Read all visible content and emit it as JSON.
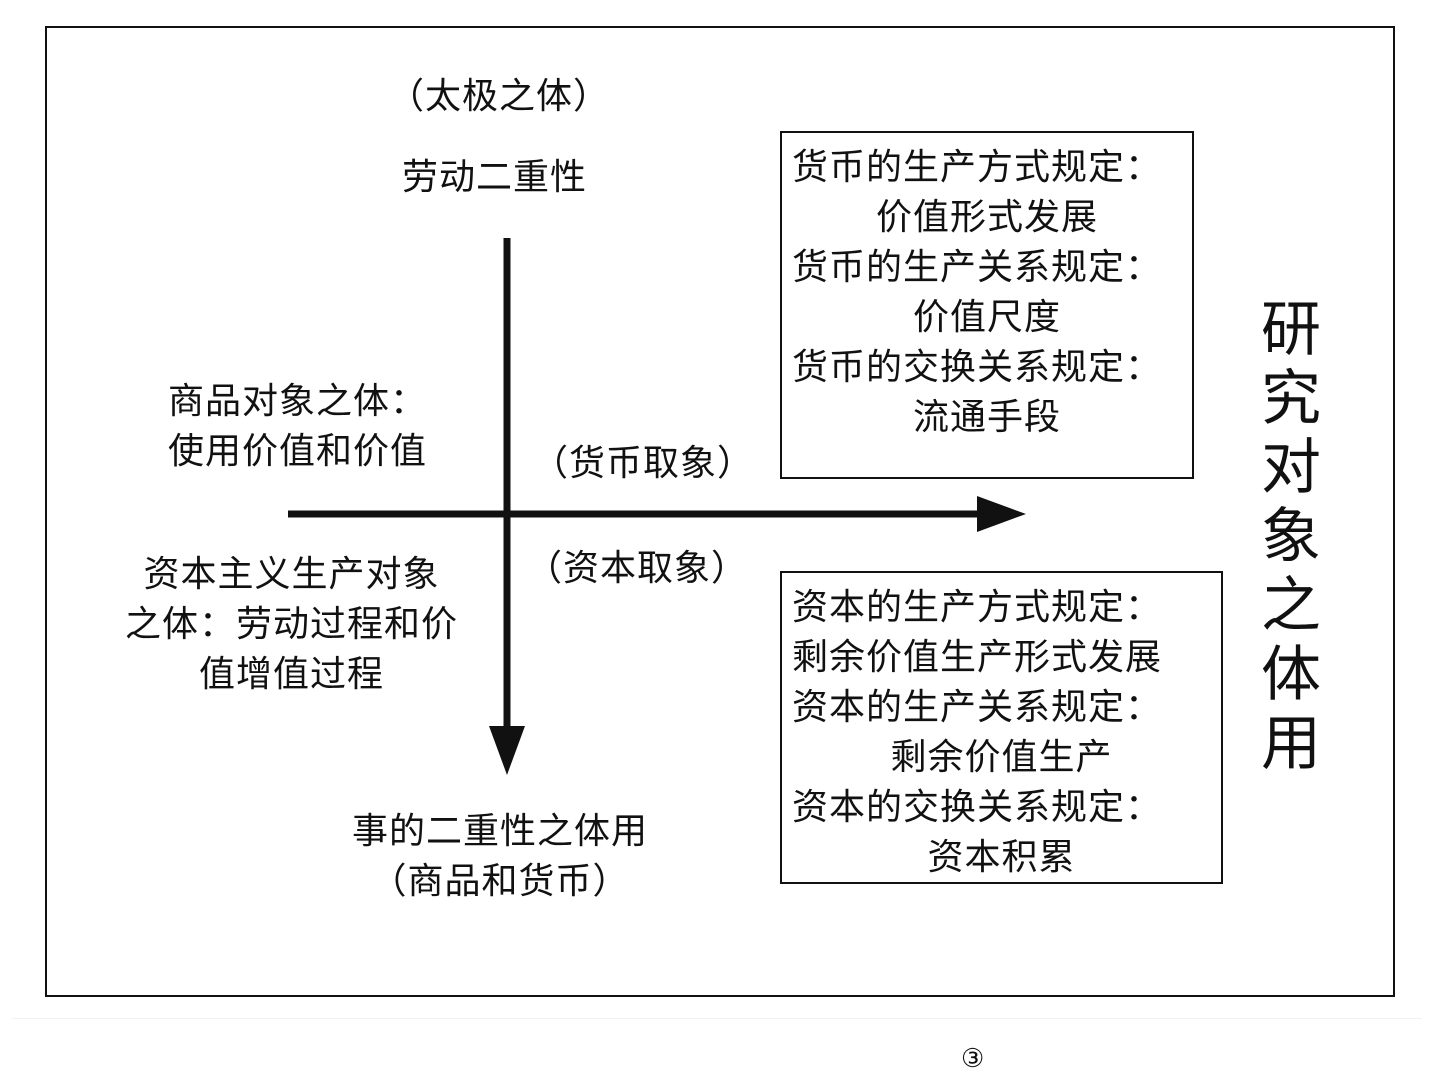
{
  "top": {
    "taiji": "（太极之体）",
    "labor": "劳动二重性"
  },
  "left": {
    "commodity_line1": "商品对象之体：",
    "commodity_line2": "使用价值和价值",
    "capital_line1": "资本主义生产对象",
    "capital_line2": "之体：劳动过程和价",
    "capital_line3": "值增值过程"
  },
  "axis_labels": {
    "money": "（货币取象）",
    "capital": "（资本取象）"
  },
  "bottom": {
    "line1": "事的二重性之体用",
    "line2": "（商品和货币）"
  },
  "money_box": {
    "lines": [
      "货币的生产方式规定：",
      "价值形式发展",
      "货币的生产关系规定：",
      "价值尺度",
      "货币的交换关系规定：",
      "流通手段"
    ]
  },
  "capital_box": {
    "lines": [
      "资本的生产方式规定：",
      "剩余价值生产形式发展",
      "资本的生产关系规定：",
      "剩余价值生产",
      "资本的交换关系规定：",
      "资本积累"
    ]
  },
  "side_title": "研究对象之体用",
  "page_mark": "③"
}
